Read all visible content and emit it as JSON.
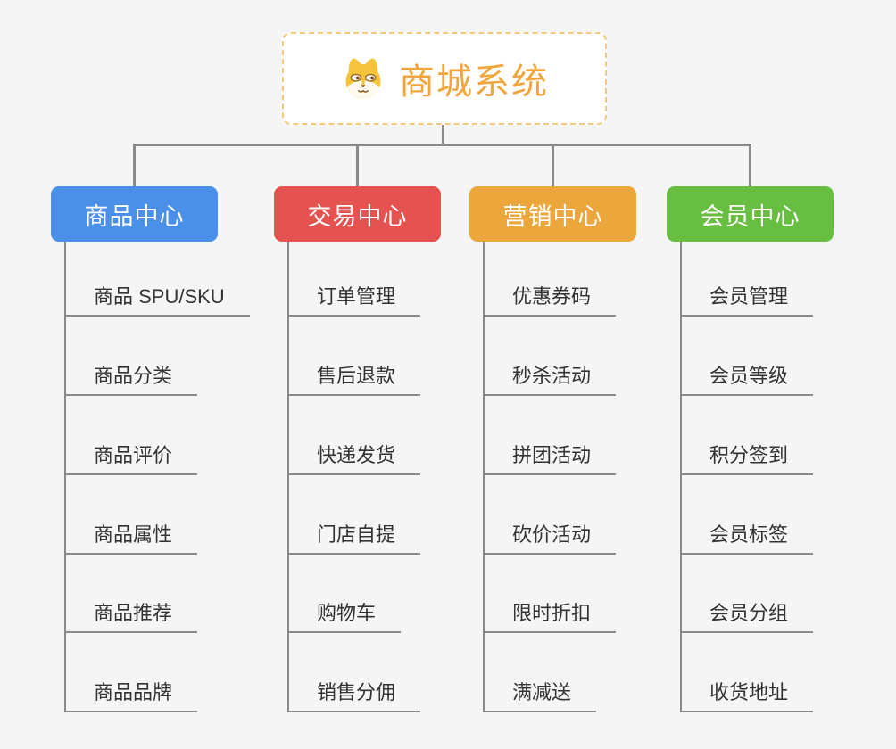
{
  "canvas": {
    "background": "#f5f5f6",
    "connector_color": "#8a8a8a"
  },
  "root": {
    "label": "商城系统",
    "icon": "dog-face-icon",
    "text_color": "#f0a53d",
    "border_color": "#f3c97e",
    "background": "#ffffff"
  },
  "branches": [
    {
      "label": "商品中心",
      "color": "#4a90e8",
      "items": [
        "商品 SPU/SKU",
        "商品分类",
        "商品评价",
        "商品属性",
        "商品推荐",
        "商品品牌"
      ]
    },
    {
      "label": "交易中心",
      "color": "#e4534f",
      "items": [
        "订单管理",
        "售后退款",
        "快递发货",
        "门店自提",
        "购物车",
        "销售分佣"
      ]
    },
    {
      "label": "营销中心",
      "color": "#eba63c",
      "items": [
        "优惠券码",
        "秒杀活动",
        "拼团活动",
        "砍价活动",
        "限时折扣",
        "满减送"
      ]
    },
    {
      "label": "会员中心",
      "color": "#68be41",
      "items": [
        "会员管理",
        "会员等级",
        "积分签到",
        "会员标签",
        "会员分组",
        "收货地址"
      ]
    }
  ]
}
